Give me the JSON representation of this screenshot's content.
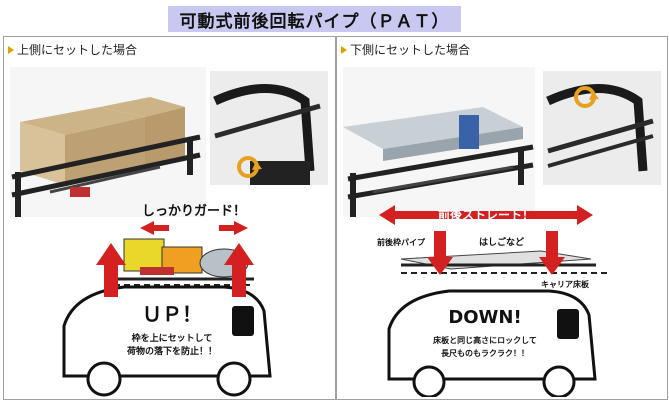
{
  "title": "可動式前後回転パイプ（ＰＡＴ）",
  "left_panel": {
    "header": "上側にセットした場合",
    "banner": "しっかりガード！",
    "big_text": "ＵＰ！",
    "caption_line1": "枠を上にセットして",
    "caption_line2": "荷物の落下を防止！！"
  },
  "right_panel": {
    "header": "下側にセットした場合",
    "banner": "前後ストレート！",
    "label_pipe": "前後枠パイプ",
    "label_ladder": "はしごなど",
    "label_floor": "キャリア床板",
    "big_text": "DOWN!",
    "caption_line1": "床板と同じ高さにロックして",
    "caption_line2": "長尺ものもラクラク！！"
  },
  "colors": {
    "title_bg": "#c8c8f0",
    "arrow_red": "#d42020",
    "accent_orange": "#e8a020"
  }
}
